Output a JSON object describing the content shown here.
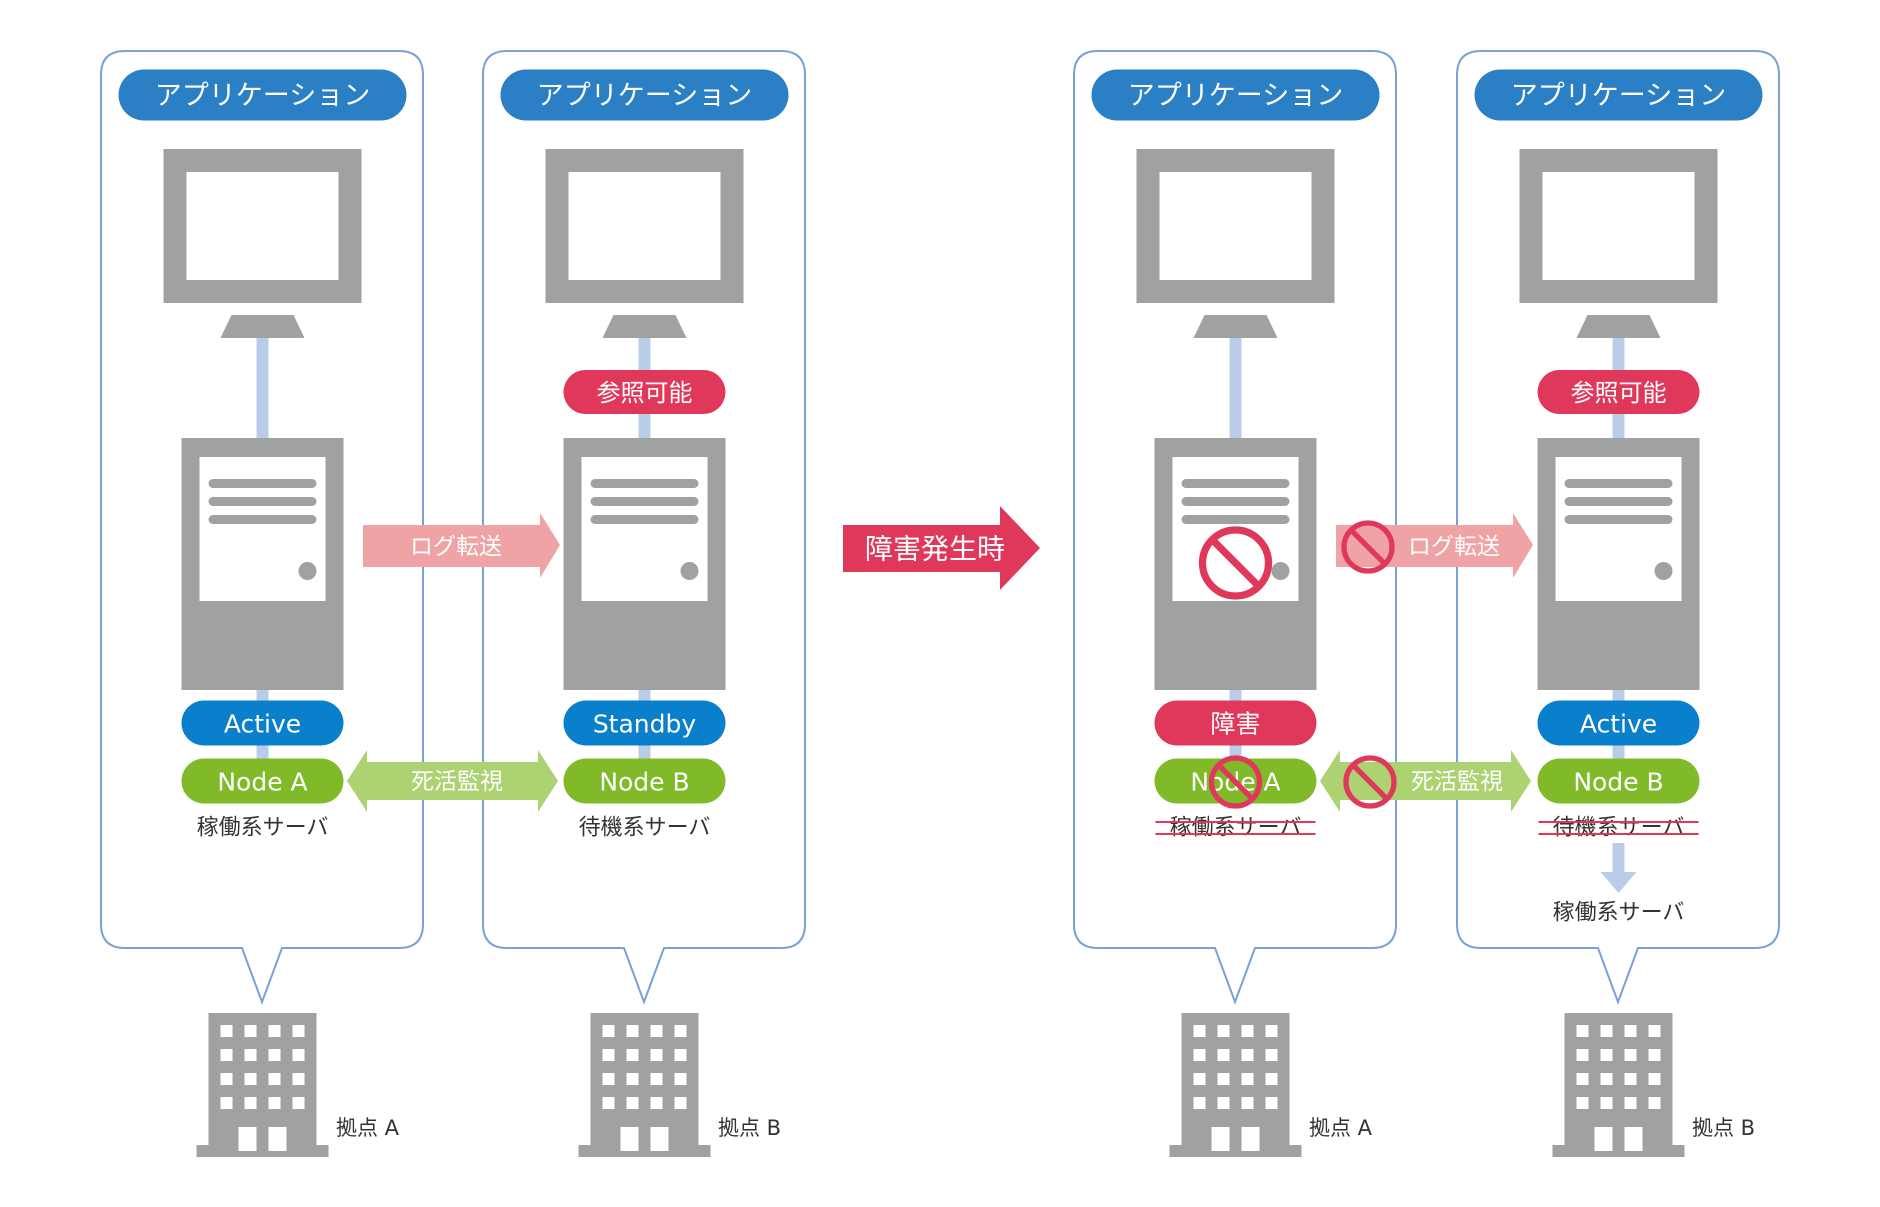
{
  "colors": {
    "panel_border": "#7aa0d8",
    "app_pill": "#2b7fc4",
    "device_gray": "#a0a1a1",
    "connector": "#b9cce8",
    "active_pill": "#0a7fcc",
    "node_pill": "#80ba28",
    "alert_red": "#e0385a",
    "log_arrow": "#efa3a4",
    "heartbeat_arrow": "#acd272",
    "text_dark": "#333333"
  },
  "transition_arrow": {
    "label": "障害発生時"
  },
  "scenarios": [
    {
      "name": "normal",
      "log_transfer": {
        "label": "ログ転送",
        "blocked": false
      },
      "heartbeat": {
        "label": "死活監視",
        "blocked": false
      },
      "sites": [
        {
          "app_label": "アプリケーション",
          "readable_badge": null,
          "status_label": "Active",
          "status_kind": "active",
          "server_failed": false,
          "node_label": "Node A",
          "node_blocked": false,
          "role_label": "稼働系サーバ",
          "role_struck": false,
          "new_role_label": null,
          "site_label": "拠点 A"
        },
        {
          "app_label": "アプリケーション",
          "readable_badge": "参照可能",
          "status_label": "Standby",
          "status_kind": "active",
          "server_failed": false,
          "node_label": "Node B",
          "node_blocked": false,
          "role_label": "待機系サーバ",
          "role_struck": false,
          "new_role_label": null,
          "site_label": "拠点 B"
        }
      ]
    },
    {
      "name": "failure",
      "log_transfer": {
        "label": "ログ転送",
        "blocked": true
      },
      "heartbeat": {
        "label": "死活監視",
        "blocked": true
      },
      "sites": [
        {
          "app_label": "アプリケーション",
          "readable_badge": null,
          "status_label": "障害",
          "status_kind": "failure",
          "server_failed": true,
          "node_label": "Node A",
          "node_blocked": true,
          "role_label": "稼働系サーバ",
          "role_struck": true,
          "new_role_label": null,
          "site_label": "拠点 A"
        },
        {
          "app_label": "アプリケーション",
          "readable_badge": "参照可能",
          "status_label": "Active",
          "status_kind": "active",
          "server_failed": false,
          "node_label": "Node B",
          "node_blocked": false,
          "role_label": "待機系サーバ",
          "role_struck": true,
          "new_role_label": "稼働系サーバ",
          "site_label": "拠点 B"
        }
      ]
    }
  ]
}
